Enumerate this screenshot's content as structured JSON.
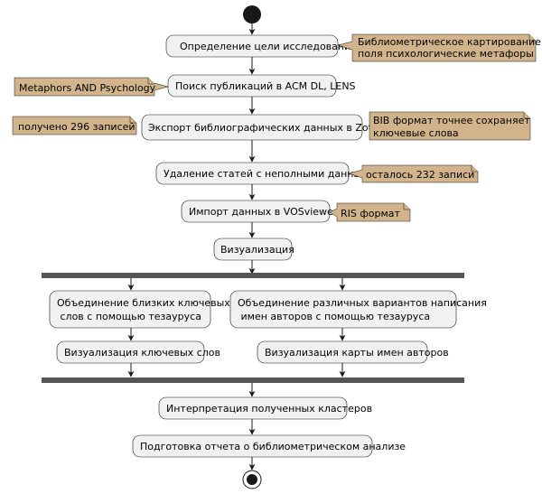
{
  "activities": {
    "define_goal": "Определение цели исследования",
    "search": "Поиск публикаций в ACM DL, LENS",
    "export": "Экспорт библиографических данных в Zotero",
    "remove_incomplete": "Удаление статей с неполными данными",
    "import_vos": "Импорт данных в VOSviewer",
    "visualization": "Визуализация",
    "merge_keywords": [
      "Объединение близких ключевых",
      " слов с помощью тезауруса"
    ],
    "merge_authors": [
      "Объединение различных вариантов написания",
      " имен авторов с помощью тезауруса"
    ],
    "viz_keywords": "Визуализация ключевых слов",
    "viz_authors": "Визуализация карты имен авторов",
    "interpret": "Интерпретация полученных кластеров",
    "report": "Подготовка отчета о библиометрическом анализе"
  },
  "notes": {
    "goal_note": [
      "Библиометрическое картирование",
      "поля психологические метафоры"
    ],
    "query_note": "Metaphors AND Psychology",
    "count_note": "получено 296 записей",
    "bib_note": [
      "BIB формат точнее сохраняет",
      "ключевые слова"
    ],
    "remaining_note": "осталось 232 записи",
    "ris_note": "RIS формат"
  }
}
